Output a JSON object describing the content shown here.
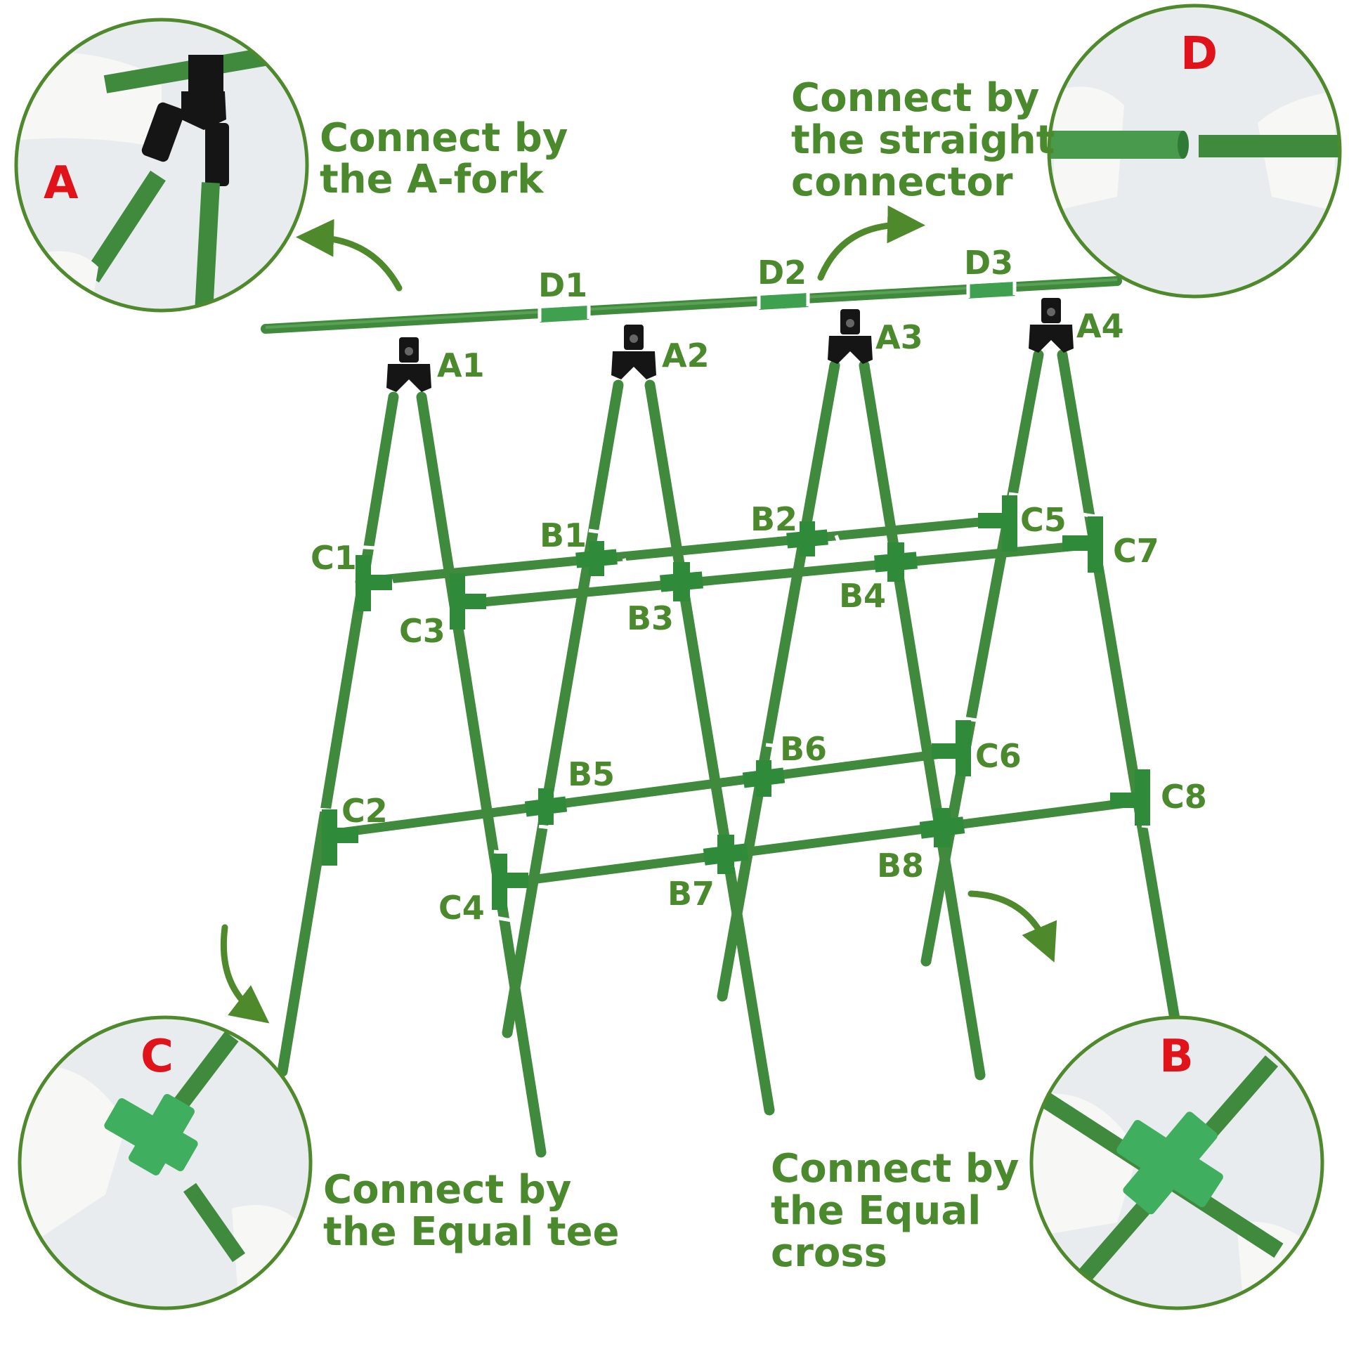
{
  "callouts": {
    "A": {
      "letter": "A",
      "line1": "Connect by",
      "line2": "the A-fork",
      "line3": ""
    },
    "D": {
      "letter": "D",
      "line1": "Connect by",
      "line2": "the straight",
      "line3": "connector"
    },
    "C": {
      "letter": "C",
      "line1": "Connect by",
      "line2": "the Equal tee",
      "line3": ""
    },
    "B": {
      "letter": "B",
      "line1": "Connect by",
      "line2": "the Equal",
      "line3": "cross"
    }
  },
  "joint_labels": {
    "A1": "A1",
    "A2": "A2",
    "A3": "A3",
    "A4": "A4",
    "B1": "B1",
    "B2": "B2",
    "B3": "B3",
    "B4": "B4",
    "B5": "B5",
    "B6": "B6",
    "B7": "B7",
    "B8": "B8",
    "C1": "C1",
    "C2": "C2",
    "C3": "C3",
    "C4": "C4",
    "C5": "C5",
    "C6": "C6",
    "C7": "C7",
    "C8": "C8",
    "D1": "D1",
    "D2": "D2",
    "D3": "D3"
  },
  "colors": {
    "stake": "#3f8a3c",
    "stake_dark": "#2d6b2c",
    "connector": "#34913f",
    "fork": "#151515",
    "label": "#4a8a2c",
    "letter": "#e0121a",
    "photo_bg": "#e9ecee",
    "glove": "#f7f7f5"
  }
}
